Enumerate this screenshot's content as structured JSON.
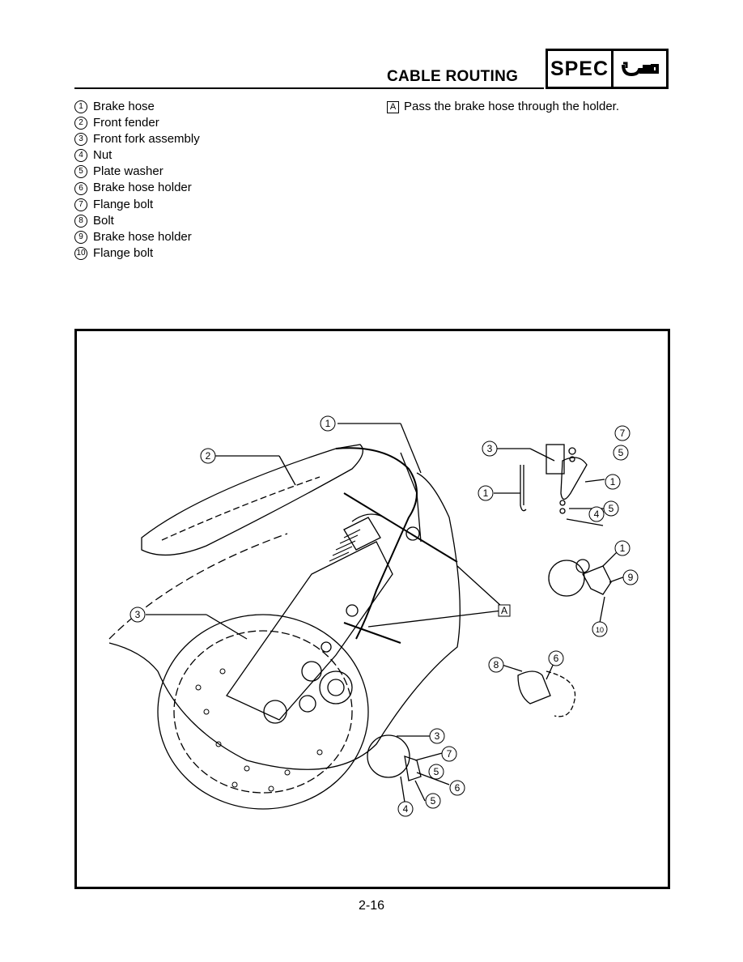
{
  "header": {
    "title": "CABLE ROUTING",
    "badge_label": "SPEC",
    "badge_icon": "wrench-gauge-icon"
  },
  "legend": [
    {
      "num": "1",
      "label": "Brake hose"
    },
    {
      "num": "2",
      "label": "Front fender"
    },
    {
      "num": "3",
      "label": "Front fork assembly"
    },
    {
      "num": "4",
      "label": "Nut"
    },
    {
      "num": "5",
      "label": "Plate washer"
    },
    {
      "num": "6",
      "label": "Brake hose holder"
    },
    {
      "num": "7",
      "label": "Flange bolt"
    },
    {
      "num": "8",
      "label": "Bolt"
    },
    {
      "num": "9",
      "label": "Brake hose holder"
    },
    {
      "num": "10",
      "label": "Flange bolt"
    }
  ],
  "note": {
    "marker": "A",
    "text": "Pass the brake hose through the holder."
  },
  "figure": {
    "callouts": [
      "1",
      "2",
      "3",
      "7",
      "3",
      "5",
      "1",
      "1",
      "5",
      "4",
      "1",
      "9",
      "3",
      "A",
      "10",
      "8",
      "6",
      "3",
      "7",
      "5",
      "6",
      "4",
      "5"
    ]
  },
  "footer": {
    "page_number": "2-16"
  }
}
